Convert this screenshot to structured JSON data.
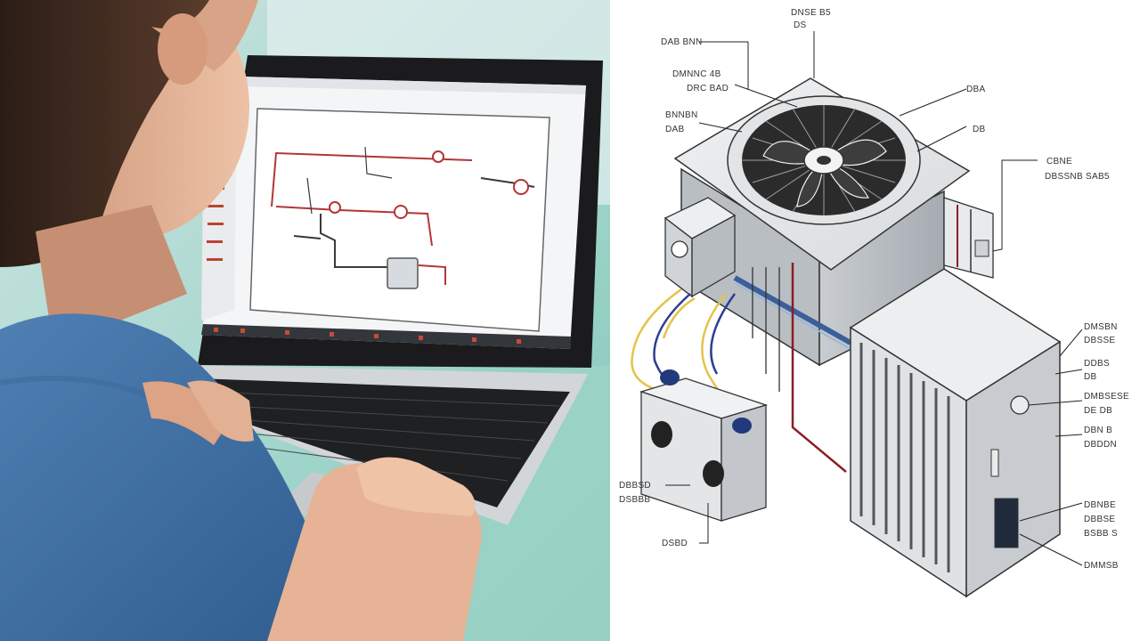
{
  "left_panel": {
    "subject": "person using laptop viewing wiring schematic"
  },
  "right_panel": {
    "colors": {
      "unit_body": "#dcdcdc",
      "panel": "#c9ccd0",
      "wire_yellow": "#e3c44a",
      "wire_blue": "#2c3f8f",
      "wire_red": "#8a1f26",
      "line_black": "#222222"
    },
    "callouts": {
      "top_a": "DNSE B5",
      "top_b": "DS",
      "tl1": "DAB BNN",
      "tl2a": "DMNNC 4B",
      "tl2b": "DRC BAD",
      "tl3a": "BNNBN",
      "tl3b": "DAB",
      "tr1": "DBA",
      "tr2": "DB",
      "r1a": "CBNE",
      "r1b": "DBSSNB SAB5",
      "r2a": "DMSBN",
      "r2b": "DBSSE",
      "r3a": "DDBS",
      "r3b": "DB",
      "r4a": "DMBSESE",
      "r4b": "DE DB",
      "r5a": "DBN B",
      "r5b": "DBDDN",
      "r6a": "DBNBE",
      "r6b": "DBBSE",
      "r6c": "BSBB S",
      "r7": "DMMSB",
      "bl1a": "DBBSD",
      "bl1b": "DSBBB",
      "bl2": "DSBD"
    }
  }
}
